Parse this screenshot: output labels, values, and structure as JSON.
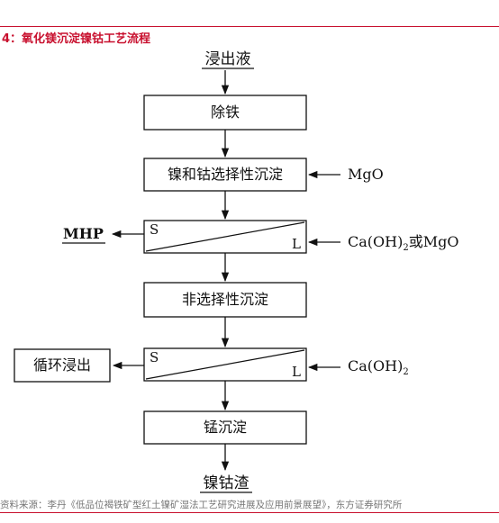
{
  "title": "4：氧化镁沉淀镍钴工艺流程",
  "source": "资料来源：李丹《低品位褐铁矿型红土镍矿湿法工艺研究进展及应用前景展望》，东方证券研究所",
  "flow": {
    "start": "浸出液",
    "box1": "除铁",
    "box2": "镍和钴选择性沉淀",
    "reagent2": "MgO",
    "sep1_s": "S",
    "sep1_l": "L",
    "product1": "MHP",
    "reagent3": "Ca(OH)",
    "reagent3_sub": "2",
    "reagent3_tail": "或MgO",
    "box3": "非选择性沉淀",
    "sep2_s": "S",
    "sep2_l": "L",
    "recycle": "循环浸出",
    "reagent4": "Ca(OH)",
    "reagent4_sub": "2",
    "box4": "锰沉淀",
    "end": "镍钴渣"
  }
}
